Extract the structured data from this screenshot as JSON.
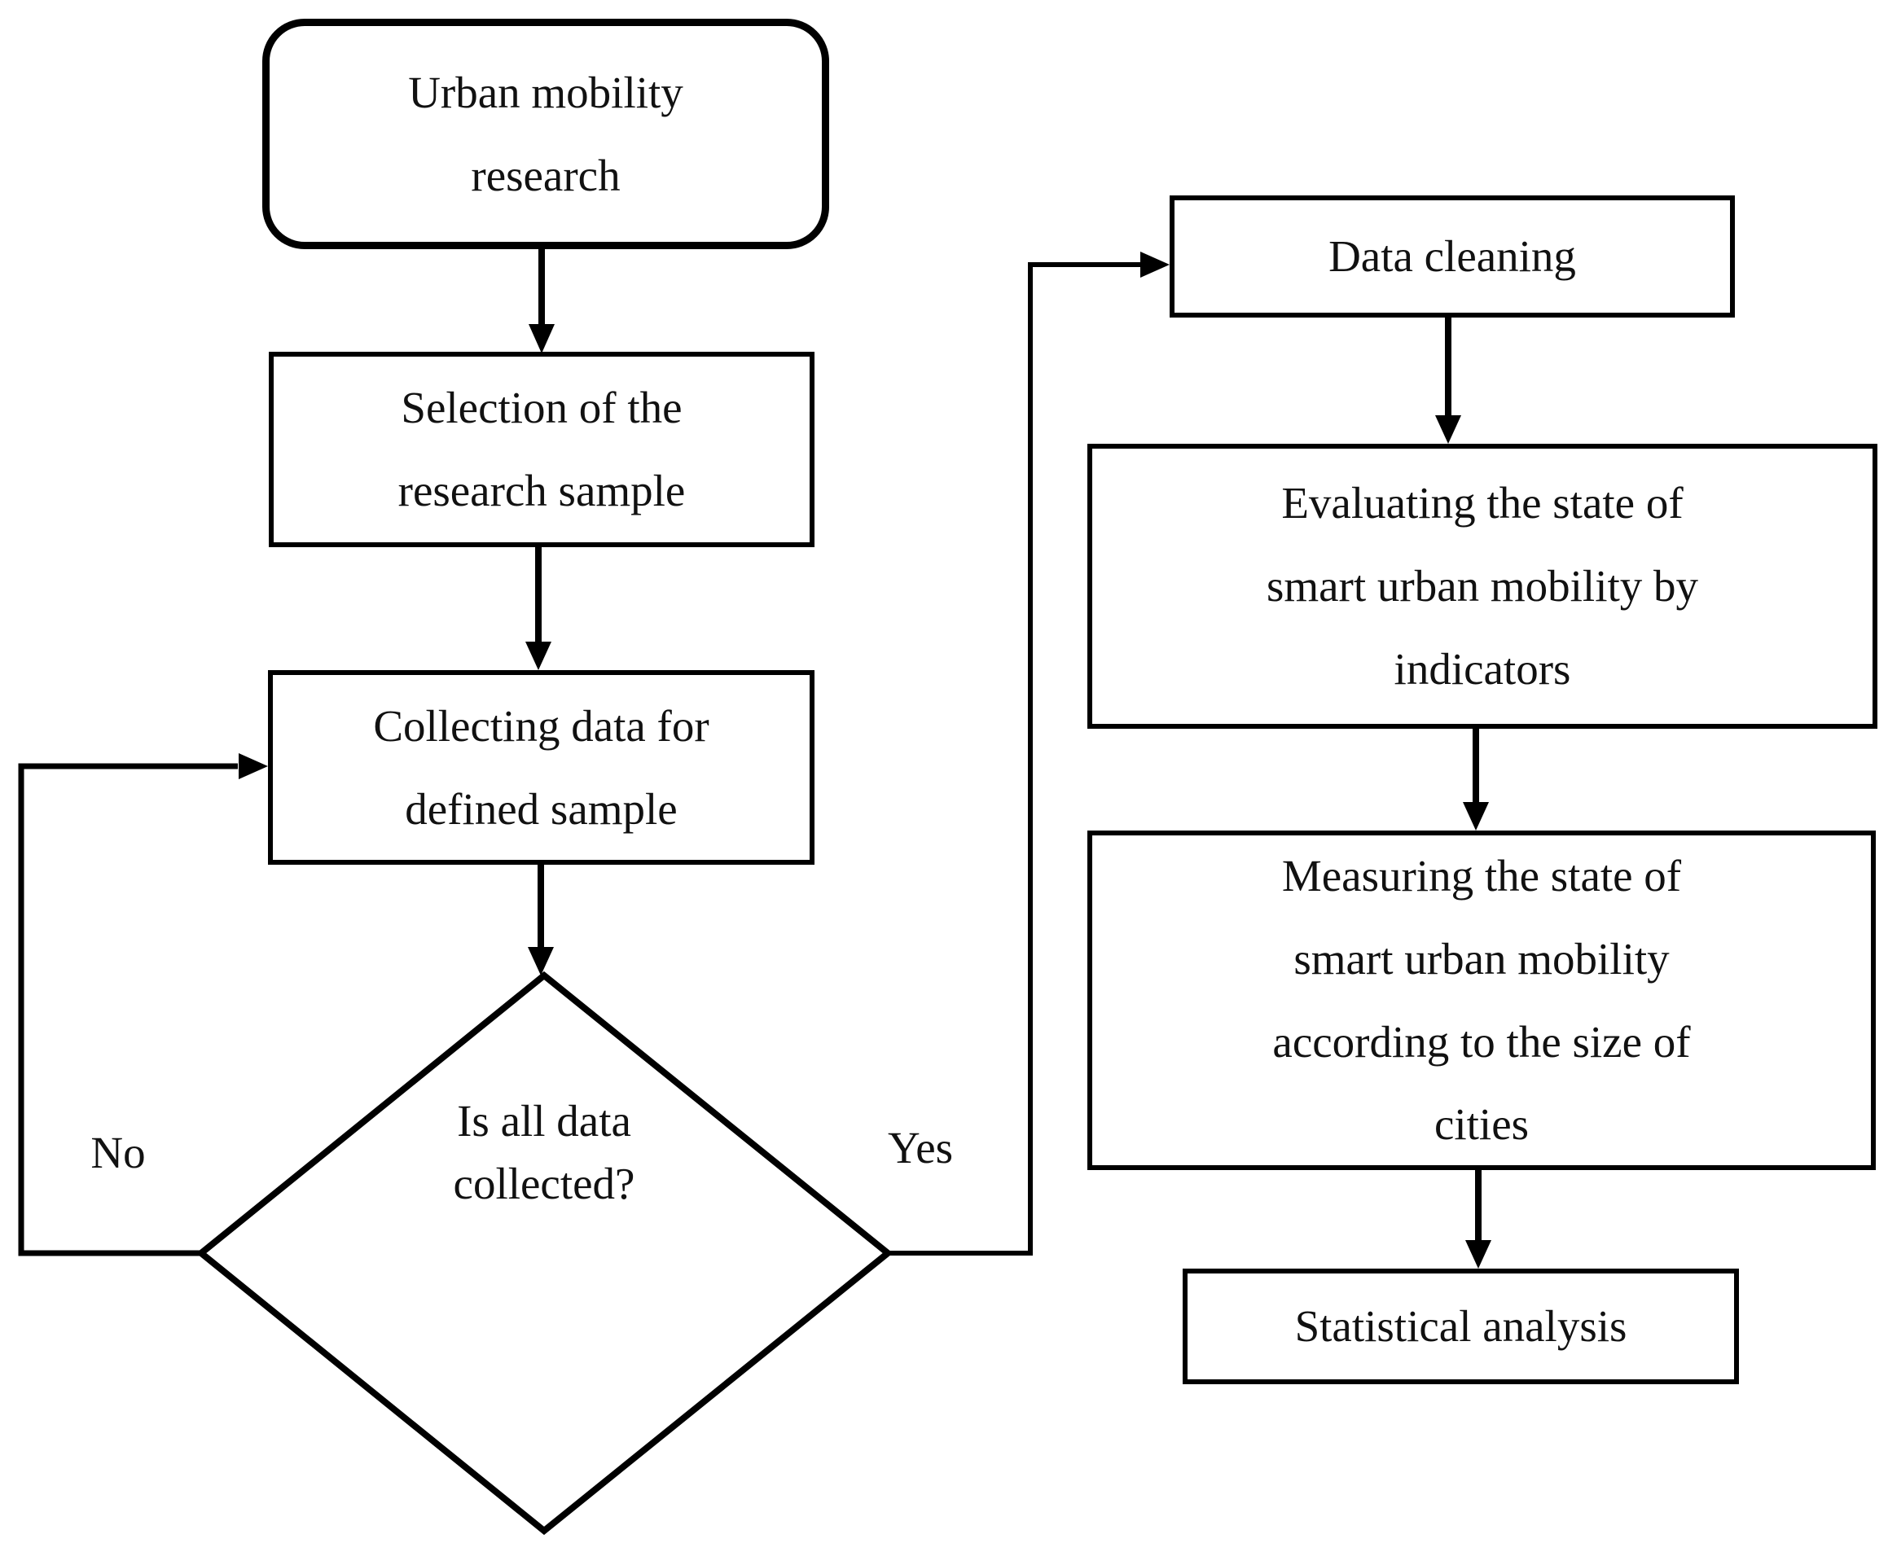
{
  "flowchart": {
    "nodes": {
      "start": {
        "label": "Urban mobility\nresearch",
        "shape": "rounded-rectangle"
      },
      "selection": {
        "label": "Selection of the\nresearch sample",
        "shape": "rectangle"
      },
      "collecting": {
        "label": "Collecting data for\ndefined sample",
        "shape": "rectangle"
      },
      "decision": {
        "label": "Is all data\ncollected?",
        "shape": "diamond"
      },
      "cleaning": {
        "label": "Data cleaning",
        "shape": "rectangle"
      },
      "evaluating": {
        "label": "Evaluating the state of\nsmart urban mobility by\nindicators",
        "shape": "rectangle"
      },
      "measuring": {
        "label": "Measuring the state of\nsmart urban mobility\naccording to the size of\ncities",
        "shape": "rectangle"
      },
      "statistical": {
        "label": "Statistical analysis",
        "shape": "rectangle"
      }
    },
    "edge_labels": {
      "no": "No",
      "yes": "Yes"
    },
    "colors": {
      "stroke": "#000000",
      "background": "#ffffff",
      "text": "#111111"
    }
  }
}
